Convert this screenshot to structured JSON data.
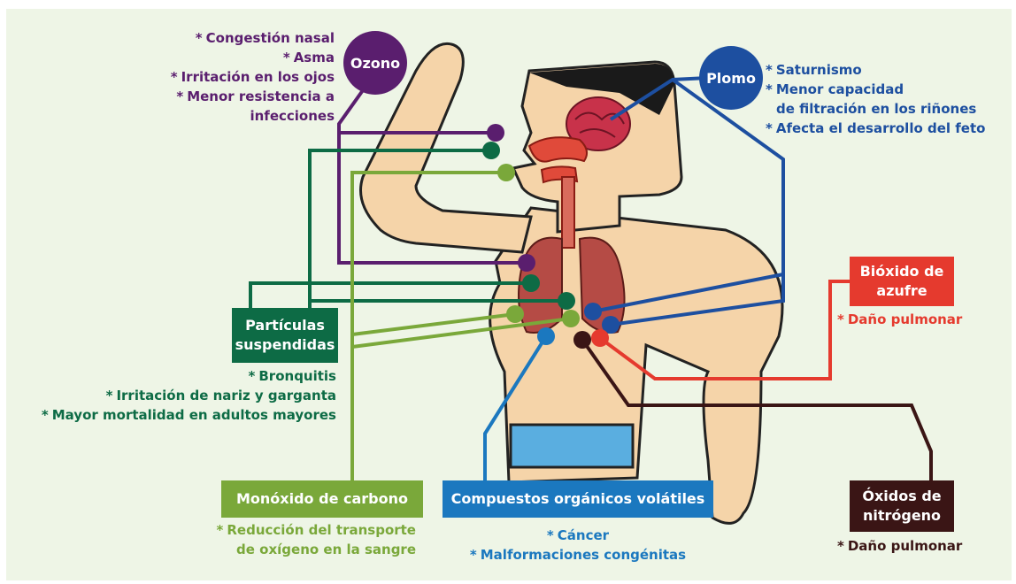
{
  "colors": {
    "ozono": "#5a1e6e",
    "particulas": "#0d6b45",
    "monoxido": "#7aa83a",
    "plomo": "#1d4fa0",
    "bioxido": "#e53a2e",
    "compuestos": "#1b78bf",
    "oxidos": "#3a1515",
    "skin": "#f5d4a9",
    "panel": "#eef5e6",
    "pants": "#5aaee0"
  },
  "ozono": {
    "label": "Ozono",
    "effects": [
      "Congestión nasal",
      "Asma",
      "Irritación en los ojos",
      "Menor resistencia a",
      "infecciones"
    ]
  },
  "plomo": {
    "label": "Plomo",
    "effects": [
      "Saturnismo",
      "Menor capacidad",
      "de filtración en los riñones",
      "Afecta el desarrollo del feto"
    ]
  },
  "particulas": {
    "label_line1": "Partículas",
    "label_line2": "suspendidas",
    "effects": [
      "Bronquitis",
      "Irritación de nariz y garganta",
      "Mayor mortalidad en adultos mayores"
    ]
  },
  "bioxido": {
    "label_line1": "Bióxido de",
    "label_line2": "azufre",
    "effects": [
      "Daño pulmonar"
    ]
  },
  "monoxido": {
    "label": "Monóxido de carbono",
    "effects": [
      "Reducción del transporte",
      "de oxígeno en la sangre"
    ]
  },
  "compuestos": {
    "label": "Compuestos orgánicos volátiles",
    "effects": [
      "Cáncer",
      "Malformaciones congénitas"
    ]
  },
  "oxidos": {
    "label_line1": "Óxidos de",
    "label_line2": "nitrógeno",
    "effects": [
      "Daño pulmonar"
    ]
  },
  "asterisk": "*"
}
